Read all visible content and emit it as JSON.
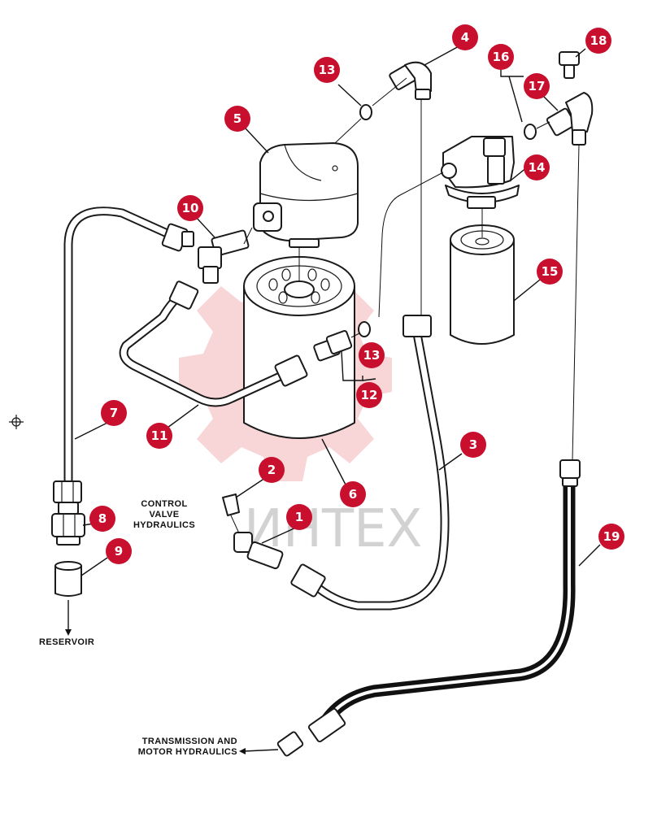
{
  "watermark": {
    "text": "ИНТЕХ",
    "color": "#f6c7c9"
  },
  "accent_color": "#c8102e",
  "notes": {
    "control_valve": [
      "CONTROL",
      "VALVE",
      "HYDRAULICS"
    ],
    "reservoir": "RESERVOIR",
    "transmission": [
      "TRANSMISSION AND",
      "MOTOR HYDRAULICS"
    ]
  },
  "callouts": [
    {
      "id": "c1",
      "label": "1"
    },
    {
      "id": "c2",
      "label": "2"
    },
    {
      "id": "c3",
      "label": "3"
    },
    {
      "id": "c4",
      "label": "4"
    },
    {
      "id": "c5",
      "label": "5"
    },
    {
      "id": "c6",
      "label": "6"
    },
    {
      "id": "c7",
      "label": "7"
    },
    {
      "id": "c8",
      "label": "8"
    },
    {
      "id": "c9",
      "label": "9"
    },
    {
      "id": "c10",
      "label": "10"
    },
    {
      "id": "c11",
      "label": "11"
    },
    {
      "id": "c12",
      "label": "12"
    },
    {
      "id": "c13a",
      "label": "13"
    },
    {
      "id": "c13b",
      "label": "13"
    },
    {
      "id": "c14",
      "label": "14"
    },
    {
      "id": "c15",
      "label": "15"
    },
    {
      "id": "c16",
      "label": "16"
    },
    {
      "id": "c17",
      "label": "17"
    },
    {
      "id": "c18",
      "label": "18"
    },
    {
      "id": "c19",
      "label": "19"
    }
  ],
  "icons": {
    "registration_mark": "crosshair-icon"
  }
}
